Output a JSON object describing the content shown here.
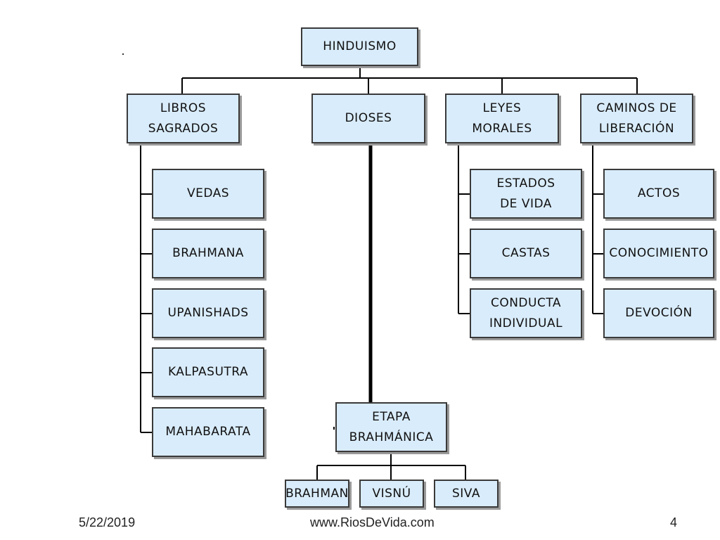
{
  "diagram": {
    "root": "HINDUISMO",
    "libros": {
      "label": "LIBROS\nSAGRADOS",
      "children": [
        "VEDAS",
        "BRAHMANA",
        "UPANISHADS",
        "KALPASUTRA",
        "MAHABARATA"
      ]
    },
    "dioses": {
      "label": "DIOSES",
      "etapa": "ETAPA\nBRAHMÁNICA",
      "children": [
        "BRAHMAN",
        "VISNÚ",
        "SIVA"
      ]
    },
    "leyes": {
      "label": "LEYES\nMORALES",
      "children": [
        "ESTADOS\nDE VIDA",
        "CASTAS",
        "CONDUCTA\nINDIVIDUAL"
      ]
    },
    "caminos": {
      "label": "CAMINOS DE\nLIBERACIÓN",
      "children": [
        "ACTOS",
        "CONOCIMIENTO",
        "DEVOCIÓN"
      ]
    }
  },
  "footer": {
    "date": "5/22/2019",
    "site": "www.RiosDeVida.com",
    "page": "4"
  },
  "colors": {
    "box_fill": "#d9ecfb",
    "box_border": "#3a3a3a",
    "line": "#000000"
  }
}
